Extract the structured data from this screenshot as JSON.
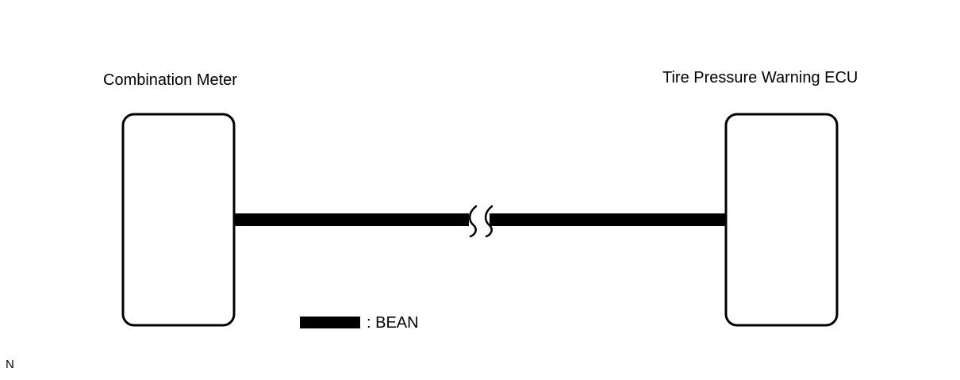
{
  "diagram": {
    "left_component": {
      "label": "Combination Meter"
    },
    "right_component": {
      "label": "Tire Pressure Warning ECU"
    },
    "legend": {
      "text": ": BEAN"
    },
    "corner_mark": "N",
    "colors": {
      "line": "#000000",
      "background": "#ffffff"
    }
  }
}
